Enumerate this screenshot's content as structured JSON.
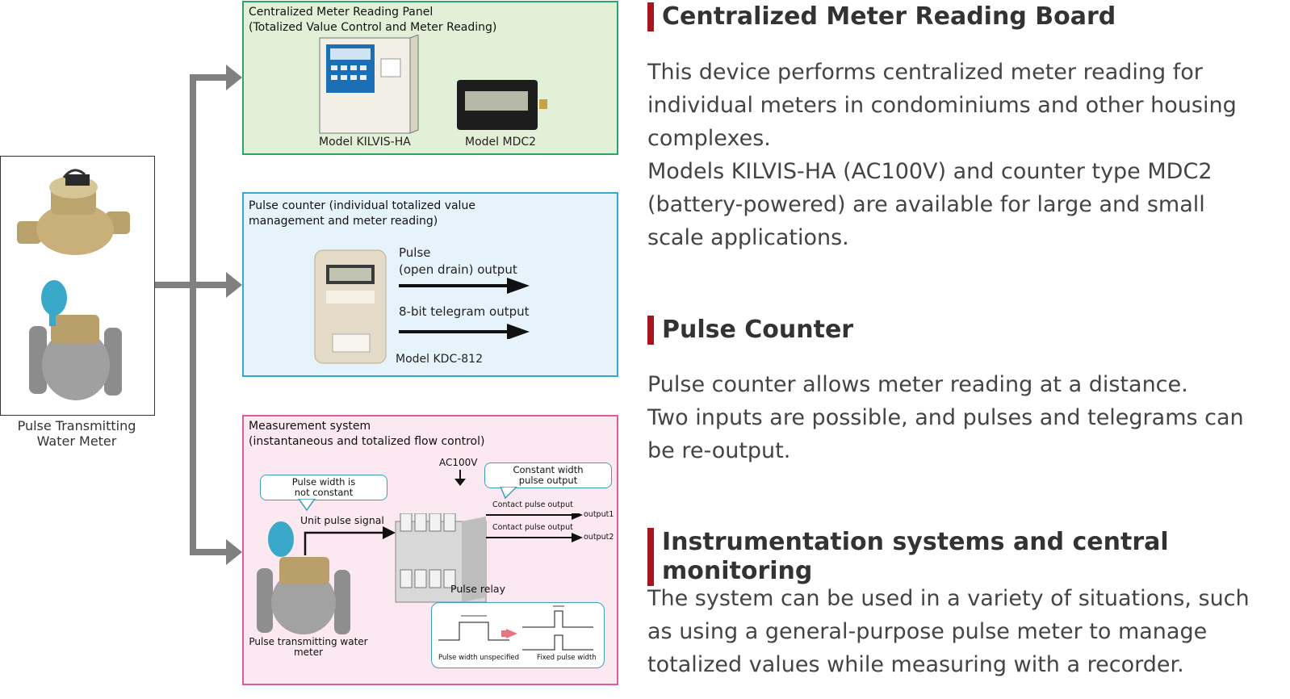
{
  "meter": {
    "caption": "Pulse Transmitting\nWater Meter"
  },
  "panel_central": {
    "title": "Centralized Meter Reading Panel\n(Totalized Value Control and Meter Reading)",
    "model_a": "Model KILVIS-HA",
    "model_b": "Model MDC2"
  },
  "panel_pulse": {
    "title": "Pulse counter (individual totalized value\nmanagement and meter reading)",
    "out1": "Pulse\n(open drain) output",
    "out2": "8-bit telegram output",
    "model": "Model KDC-812"
  },
  "panel_measure": {
    "title": "Measurement system\n (instantaneous and totalized flow control)",
    "bubble_left": "Pulse width is\nnot constant",
    "unit_signal": "Unit pulse signal",
    "ac": "AC100V",
    "bubble_right": "Constant width\npulse output",
    "contact1": "Contact pulse output",
    "contact2": "Contact pulse output",
    "output1": "output1",
    "output2": "output2",
    "relay": "Pulse relay",
    "meter_label": "Pulse transmitting water\nmeter",
    "wave_left": "Pulse width unspecified",
    "wave_right": "Fixed pulse width"
  },
  "sections": [
    {
      "heading": "Centralized Meter Reading Board",
      "text": "This device performs centralized meter reading for\nindividual meters in condominiums and other housing\ncomplexes.\nModels KILVIS-HA (AC100V) and counter type MDC2\n(battery-powered) are available for large and small\nscale applications."
    },
    {
      "heading": "Pulse Counter",
      "text": "Pulse counter allows meter reading at a distance.\nTwo inputs are possible, and pulses and telegrams can\nbe re-output."
    },
    {
      "heading": "Instrumentation systems and central monitoring",
      "text": "The system can be used in a variety of situations, such\nas using a general-purpose pulse meter to manage\ntotalized values while measuring with a recorder."
    }
  ],
  "colors": {
    "accent": "#a8151d",
    "connector": "#808080"
  }
}
